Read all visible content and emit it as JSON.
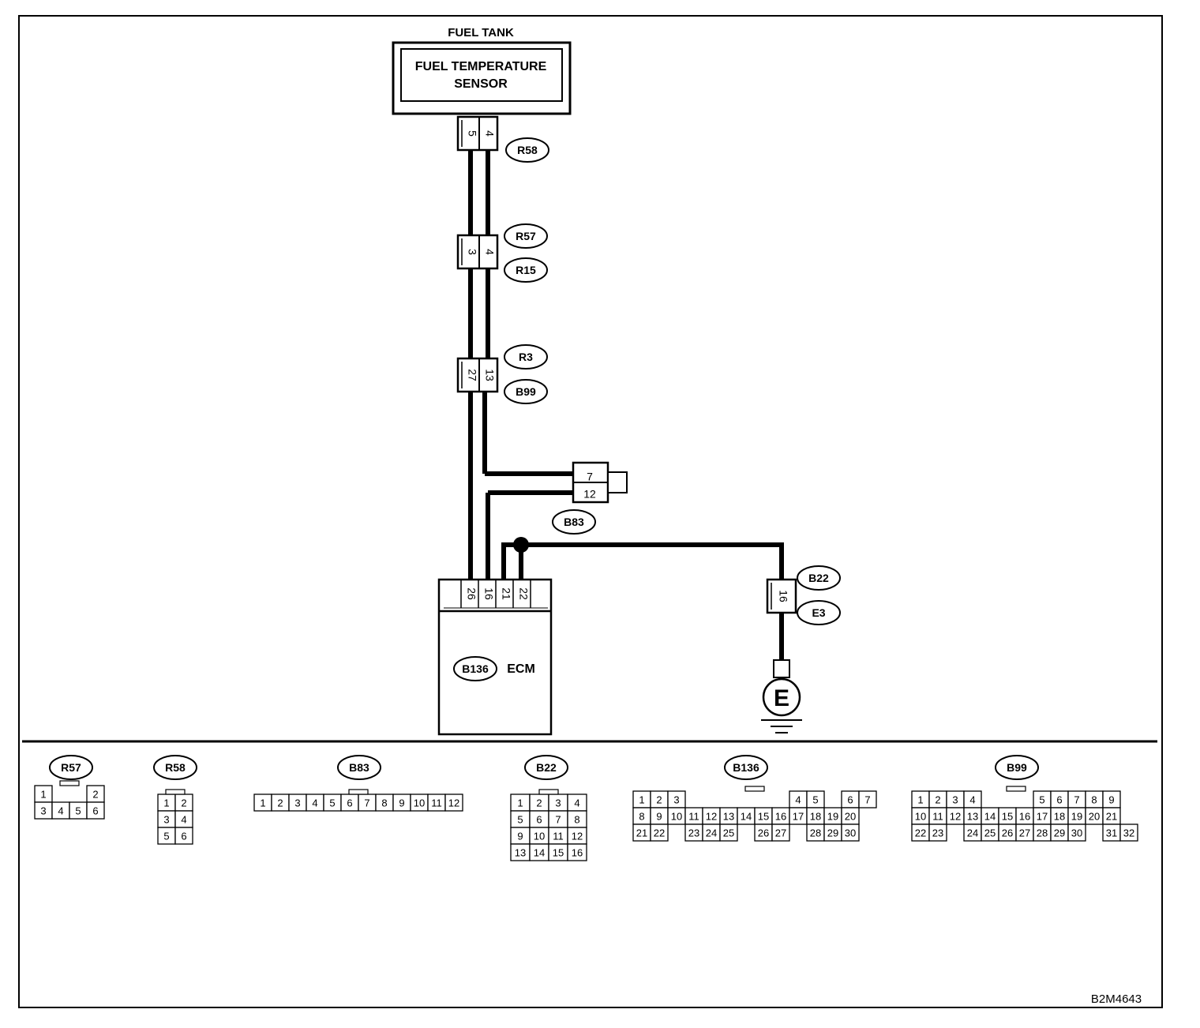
{
  "drawing_id": "B2M4643",
  "fuel_tank_label": "FUEL TANK",
  "sensor": {
    "line1": "FUEL TEMPERATURE",
    "line2": "SENSOR"
  },
  "ecm": {
    "connector": "B136",
    "label": "ECM",
    "pins": [
      "",
      "26",
      "16",
      "21",
      "22",
      ""
    ]
  },
  "ground_symbol": "E",
  "connectors_inline": [
    {
      "id": "r58",
      "pins": [
        "5",
        "4"
      ],
      "tags": [
        "R58"
      ]
    },
    {
      "id": "r57",
      "pins": [
        "3",
        "4"
      ],
      "tags": [
        "R57",
        "R15"
      ]
    },
    {
      "id": "r3",
      "pins": [
        "27",
        "13"
      ],
      "tags": [
        "R3",
        "B99"
      ]
    },
    {
      "id": "b83",
      "pins": [
        "7",
        "12"
      ],
      "tags": [
        "B83"
      ]
    },
    {
      "id": "b22",
      "pins": [
        "16"
      ],
      "tags": [
        "B22",
        "E3"
      ]
    }
  ],
  "connector_views": [
    {
      "id": "R57",
      "rows": [
        [
          "1",
          "",
          "",
          "2"
        ],
        [
          "3",
          "4",
          "5",
          "6"
        ]
      ]
    },
    {
      "id": "R58",
      "rows": [
        [
          "1",
          "2"
        ],
        [
          "3",
          "4"
        ],
        [
          "5",
          "6"
        ]
      ]
    },
    {
      "id": "B83",
      "rows": [
        [
          "1",
          "2",
          "3",
          "4",
          "5",
          "6",
          "7",
          "8",
          "9",
          "10",
          "11",
          "12"
        ]
      ]
    },
    {
      "id": "B22",
      "rows": [
        [
          "1",
          "2",
          "3",
          "4"
        ],
        [
          "5",
          "6",
          "7",
          "8"
        ],
        [
          "9",
          "10",
          "11",
          "12"
        ],
        [
          "13",
          "14",
          "15",
          "16"
        ]
      ]
    },
    {
      "id": "B136",
      "rows": [
        [
          "1",
          "2",
          "3",
          "",
          "",
          "",
          "",
          "",
          "",
          "4",
          "5",
          "",
          "6",
          "7"
        ],
        [
          "8",
          "9",
          "10",
          "11",
          "12",
          "13",
          "14",
          "15",
          "16",
          "17",
          "18",
          "19",
          "20"
        ],
        [
          "21",
          "22",
          "",
          "23",
          "24",
          "25",
          "",
          "26",
          "27",
          "",
          "28",
          "29",
          "30"
        ]
      ]
    },
    {
      "id": "B99",
      "rows": [
        [
          "1",
          "2",
          "3",
          "4",
          "",
          "",
          "",
          "5",
          "6",
          "7",
          "8",
          "9"
        ],
        [
          "10",
          "11",
          "12",
          "13",
          "14",
          "15",
          "16",
          "17",
          "18",
          "19",
          "20",
          "21"
        ],
        [
          "22",
          "23",
          "",
          "24",
          "25",
          "26",
          "27",
          "28",
          "29",
          "30",
          "",
          "31",
          "32"
        ]
      ]
    }
  ]
}
